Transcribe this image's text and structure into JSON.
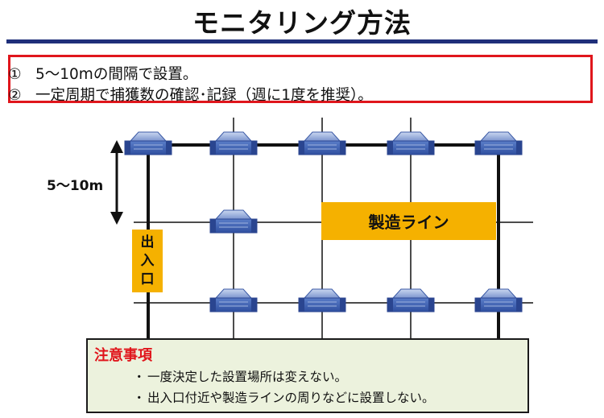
{
  "title": "モニタリング方法",
  "points": [
    {
      "num": "①",
      "text": "5～10mの間隔で設置。"
    },
    {
      "num": "②",
      "text": "一定周期で捕獲数の確認･記録（週に1度を推奨）。"
    }
  ],
  "diagram": {
    "dimension_label": "5～10m",
    "entrance_chars": [
      "出",
      "入",
      "口"
    ],
    "production_line_label": "製造ライン",
    "trap_icon": "trap-icon",
    "colors": {
      "wall": "#111111",
      "label_fill": "#f5b100",
      "trap": "#3f63b5",
      "accent_border": "#e0161c",
      "title_rule": "#1f2f7a"
    }
  },
  "caution": {
    "title": "注意事項",
    "items": [
      {
        "bullet": "・",
        "text": "一度決定した設置場所は変えない。"
      },
      {
        "bullet": "・",
        "text": "出入口付近や製造ラインの周りなどに設置しない。"
      }
    ]
  }
}
